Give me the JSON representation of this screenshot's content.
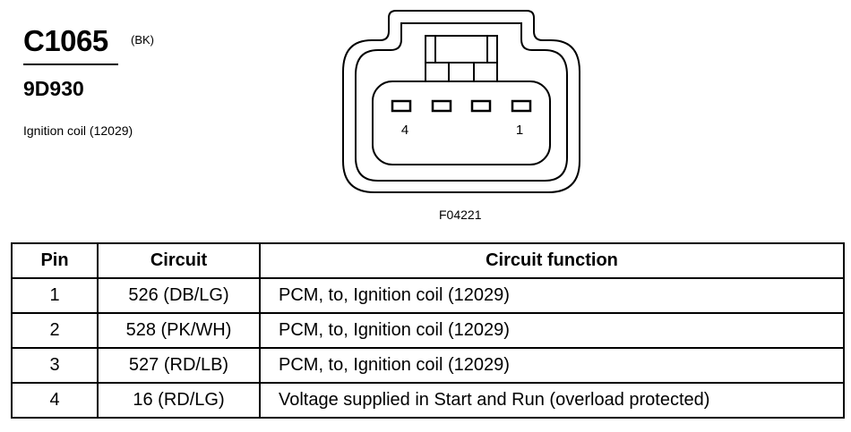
{
  "connector": {
    "id": "C1065",
    "color": "(BK)",
    "part_number": "9D930",
    "description": "Ignition coil (12029)"
  },
  "diagram": {
    "pin_labels": {
      "left": "4",
      "right": "1"
    },
    "figure_code": "F04221"
  },
  "table": {
    "headers": [
      "Pin",
      "Circuit",
      "Circuit function"
    ],
    "rows": [
      {
        "pin": "1",
        "circuit": "526 (DB/LG)",
        "function": "PCM, to, Ignition coil (12029)"
      },
      {
        "pin": "2",
        "circuit": "528 (PK/WH)",
        "function": "PCM, to, Ignition coil (12029)"
      },
      {
        "pin": "3",
        "circuit": "527 (RD/LB)",
        "function": "PCM, to, Ignition coil (12029)"
      },
      {
        "pin": "4",
        "circuit": "16 (RD/LG)",
        "function": "Voltage supplied in Start and Run (overload protected)"
      }
    ]
  }
}
